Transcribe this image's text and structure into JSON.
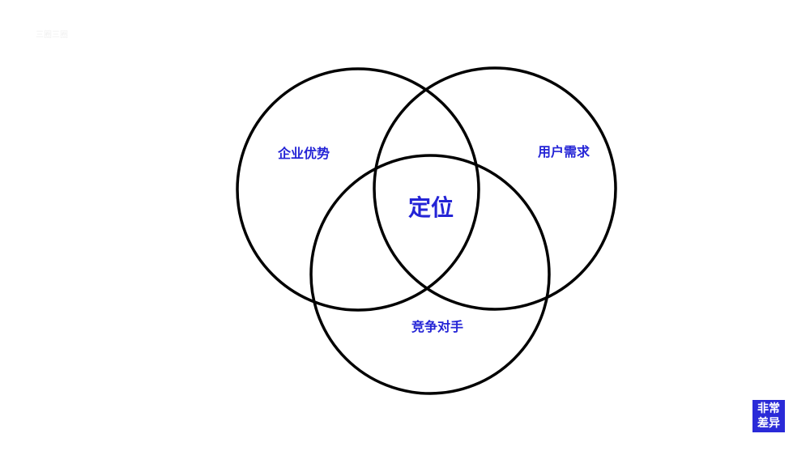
{
  "watermark": "三圈三圈",
  "diagram": {
    "type": "venn",
    "sets": [
      {
        "label": "企业优势"
      },
      {
        "label": "用户需求"
      },
      {
        "label": "竞争对手"
      }
    ],
    "intersection_label": "定位",
    "stroke_color": "#000000",
    "label_color": "#2424d6"
  },
  "logo": {
    "line1": "非常",
    "line2": "差异",
    "color": "#2a2ad8"
  }
}
